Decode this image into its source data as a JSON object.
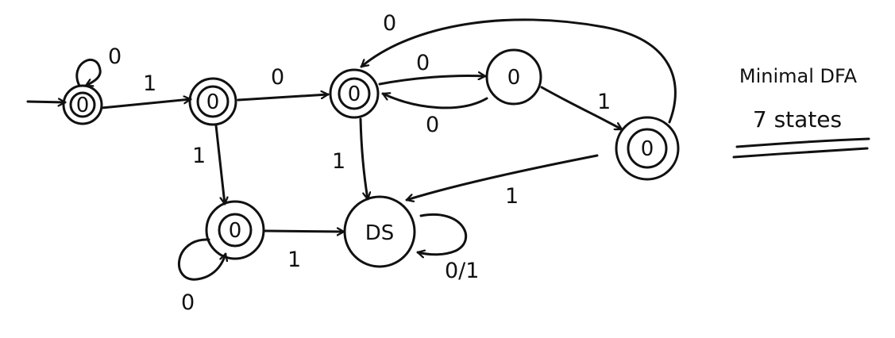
{
  "states": [
    {
      "id": "q0",
      "label": "0"
    },
    {
      "id": "q1",
      "label": "0"
    },
    {
      "id": "q2",
      "label": "0"
    },
    {
      "id": "q3",
      "label": "0"
    },
    {
      "id": "q4",
      "label": "0"
    },
    {
      "id": "q5",
      "label": "0"
    },
    {
      "id": "ds",
      "label": "DS"
    }
  ],
  "transitions": [
    {
      "id": "q0-q0",
      "label": "0"
    },
    {
      "id": "q0-q1",
      "label": "1"
    },
    {
      "id": "q1-q2",
      "label": "0"
    },
    {
      "id": "q1-q5",
      "label": "1"
    },
    {
      "id": "q2-q3",
      "label": "0"
    },
    {
      "id": "q3-q2",
      "label": "0"
    },
    {
      "id": "q3-q4",
      "label": "1"
    },
    {
      "id": "q4-q2",
      "label": "0"
    },
    {
      "id": "q2-ds",
      "label": "1"
    },
    {
      "id": "q4-ds",
      "label": "1"
    },
    {
      "id": "q5-q5",
      "label": "0"
    },
    {
      "id": "q5-ds",
      "label": "1"
    },
    {
      "id": "ds-ds",
      "label": "0/1"
    }
  ],
  "note": {
    "line1": "Minimal DFA",
    "line2": "7 states"
  }
}
